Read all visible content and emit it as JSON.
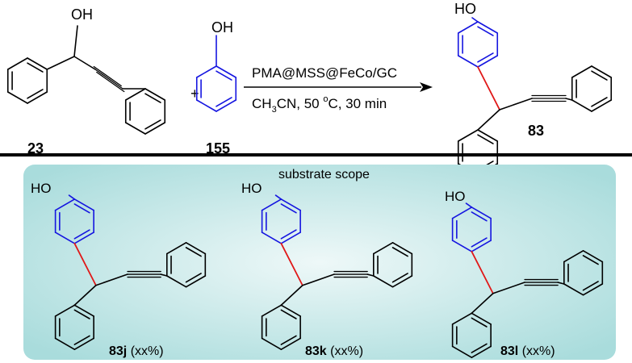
{
  "reaction": {
    "reactant1": {
      "id": "23",
      "group": "OH"
    },
    "reactant2": {
      "id": "155",
      "group": "OH"
    },
    "plus": "+",
    "conditions_line1": "PMA@MSS@FeCo/GC",
    "conditions_line2": {
      "pre": "CH",
      "sub": "3",
      "mid": "CN, 50 ",
      "sup": "o",
      "post": "C, 30 min"
    },
    "product": {
      "id": "83",
      "group": "HO"
    }
  },
  "scope": {
    "title": "substrate scope",
    "items": [
      {
        "id": "83j",
        "yield": " (xx%)",
        "group": "HO"
      },
      {
        "id": "83k",
        "yield": " (xx%)",
        "group": "HO"
      },
      {
        "id": "83l",
        "yield": " (xx%)",
        "group": "HO"
      }
    ]
  },
  "colors": {
    "bond": "#000000",
    "phenol_ring": "#1515e0",
    "new_bond": "#e01818",
    "panel_fill": "#bfe4e4",
    "divider": "#000000"
  }
}
